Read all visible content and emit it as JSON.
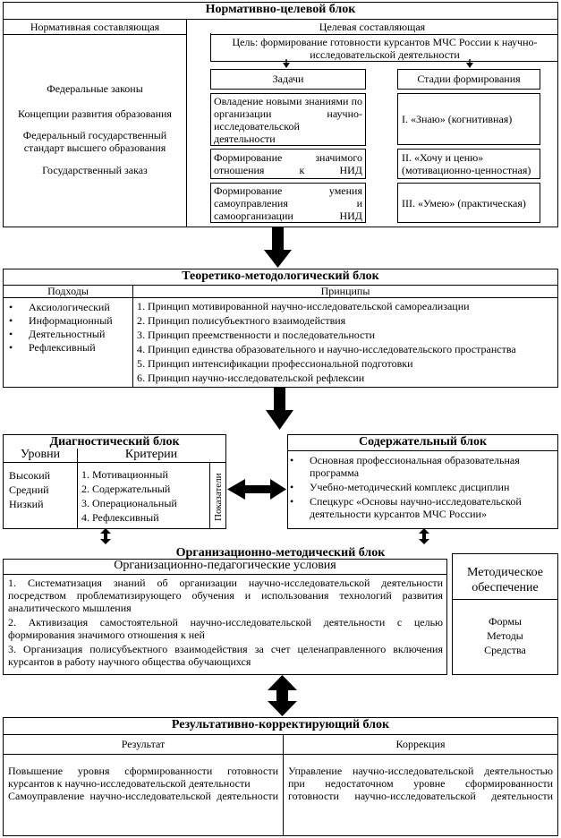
{
  "block1": {
    "title": "Нормативно-целевой блок",
    "normative": {
      "header": "Нормативная составляющая",
      "items": [
        "Федеральные законы",
        "Концепции развития образования",
        "Федеральный государственный стандарт высшего образования",
        "Государственный заказ"
      ]
    },
    "target": {
      "header": "Целевая составляющая",
      "goal": "Цель: формирование готовности курсантов МЧС России к научно-исследовательской деятельности",
      "tasks_header": "Задачи",
      "tasks": [
        "Овладение новыми знаниями по организации научно-исследовательской деятельности",
        "Формирование значимого отношения к НИД",
        "Формирование умения самоуправления и самоорганизации НИД"
      ],
      "stages_header": "Стадии формирования",
      "stages": [
        "I. «Знаю» (когнитивная)",
        "II. «Хочу и ценю» (мотивационно-ценностная)",
        "III. «Умею» (практическая)"
      ]
    }
  },
  "block2": {
    "title": "Теоретико-методологический блок",
    "approaches_header": "Подходы",
    "approaches": [
      "Аксиологический",
      "Информационный",
      "Деятельностный",
      "Рефлексивный"
    ],
    "principles_header": "Принципы",
    "principles": [
      "1. Принцип мотивированной научно-исследовательской самореализации",
      "2. Принцип полисубъектного взаимодействия",
      "3. Принцип преемственности и последовательности",
      "4. Принцип единства образовательного и научно-исследовательского пространства",
      "5. Принцип интенсификации профессиональной подготовки",
      "6. Принцип научно-исследовательской рефлексии"
    ]
  },
  "diag": {
    "title": "Диагностический блок",
    "levels_header": "Уровни",
    "levels": [
      "Высокий",
      "Средний",
      "Низкий"
    ],
    "criteria_header": "Критерии",
    "criteria": [
      "1. Мотивационный",
      "2. Содержательный",
      "3. Операциональный",
      "4. Рефлексивный"
    ],
    "indicators": "Показатели"
  },
  "content": {
    "title": "Содержательный блок",
    "items": [
      "Основная профессиональная образовательная программа",
      "Учебно-методический комплекс дисциплин",
      "Спецкурс «Основы научно-исследовательской деятельности курсантов МЧС России»"
    ]
  },
  "org": {
    "title": "Организационно-методический блок",
    "conditions_header": "Организационно-педагогические условия",
    "conditions": [
      "1. Систематизация знаний об организации научно-исследовательской деятельности посредством проблематизирующего обучения и использования технологий развития аналитического мышления",
      "2. Активизация самостоятельной научно-исследовательской деятельности с целью формирования значимого отношения к ней",
      "3. Организация полисубъектного взаимодействия за счет целенаправленного включения курсантов в работу научного общества обучающихся"
    ],
    "method_header": "Методическое обеспечение",
    "method_items": [
      "Формы",
      "Методы",
      "Средства"
    ]
  },
  "result": {
    "title": "Результативно-корректирующий блок",
    "result_header": "Результат",
    "result_text": [
      "Повышение уровня сформированности готовности курсантов к научно-исследовательской деятельности",
      "Самоуправление научно-исследовательской деятельности"
    ],
    "correction_header": "Коррекция",
    "correction_text": "Управление научно-исследовательской деятельностью при недостаточном уровне сформированности готовности научно-исследовательской деятельности"
  }
}
